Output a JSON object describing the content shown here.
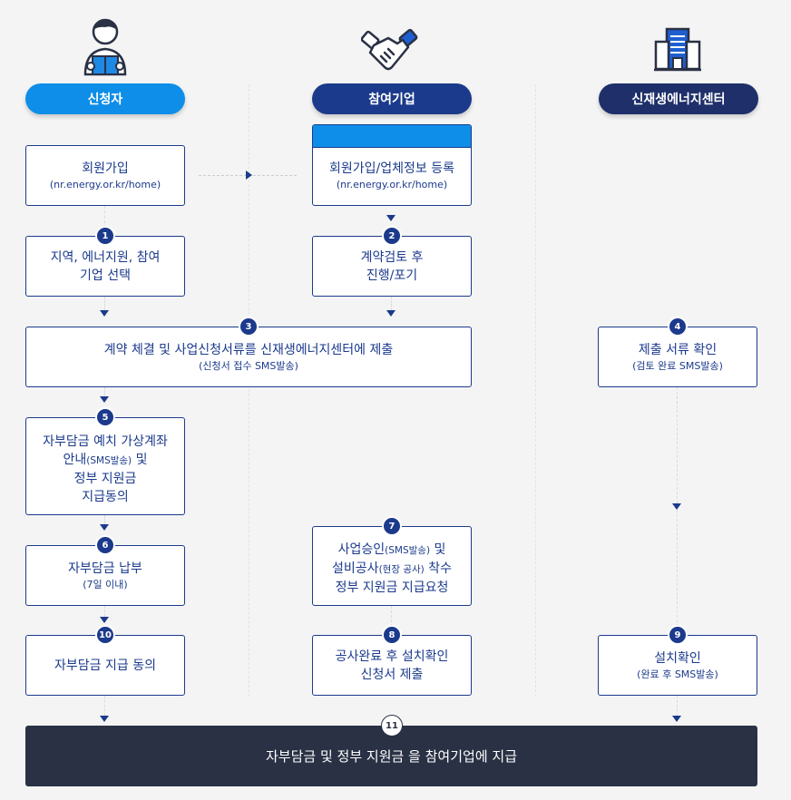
{
  "colors": {
    "primary": "#1b3a8c",
    "accent": "#0e8ee8",
    "dark": "#1e2f6a",
    "final_bg": "#2a3145"
  },
  "headers": {
    "applicant": "신청자",
    "company": "참여기업",
    "center": "신재생에너지센터"
  },
  "icons": {
    "applicant": "person-reading-icon",
    "company": "handshake-icon",
    "center": "building-icon"
  },
  "steps": {
    "signup": {
      "title": "회원가입",
      "sub": "(nr.energy.or.kr/home)"
    },
    "company_signup": {
      "title": "회원가입/업체정보 등록",
      "sub": "(nr.energy.or.kr/home)"
    },
    "s1": {
      "num": "1",
      "title": "지역, 에너지원, 참여\n기업 선택"
    },
    "s2": {
      "num": "2",
      "title": "계약검토 후\n진행/포기"
    },
    "s3": {
      "num": "3",
      "title": "계약 체결 및 사업신청서류를 신재생에너지센터에 제출",
      "sub": "(신청서 접수 SMS발송)"
    },
    "s4": {
      "num": "4",
      "title": "제출 서류 확인",
      "sub": "(검토 완료 SMS발송)"
    },
    "s5": {
      "num": "5",
      "line1": "자부담금 예치 가상계좌",
      "line2a": "안내",
      "line2b": "(SMS발송)",
      "line2c": " 및",
      "line3": "정부 지원금",
      "line4": "지급동의"
    },
    "s6": {
      "num": "6",
      "title": "자부담금 납부",
      "sub": "(7일 이내)"
    },
    "s7": {
      "num": "7",
      "line1a": "사업승인",
      "line1b": "(SMS발송)",
      "line1c": " 및",
      "line2a": "설비공사",
      "line2b": "(현장 공사)",
      "line2c": " 착수",
      "line3": "정부 지원금 지급요청"
    },
    "s8": {
      "num": "8",
      "title": "공사완료 후 설치확인\n신청서 제출"
    },
    "s9": {
      "num": "9",
      "title": "설치확인",
      "sub": "(완료 후 SMS발송)"
    },
    "s10": {
      "num": "10",
      "title": "자부담금 지급 동의"
    },
    "s11": {
      "num": "11",
      "title": "자부담금 및 정부 지원금 을 참여기업에 지급"
    }
  }
}
